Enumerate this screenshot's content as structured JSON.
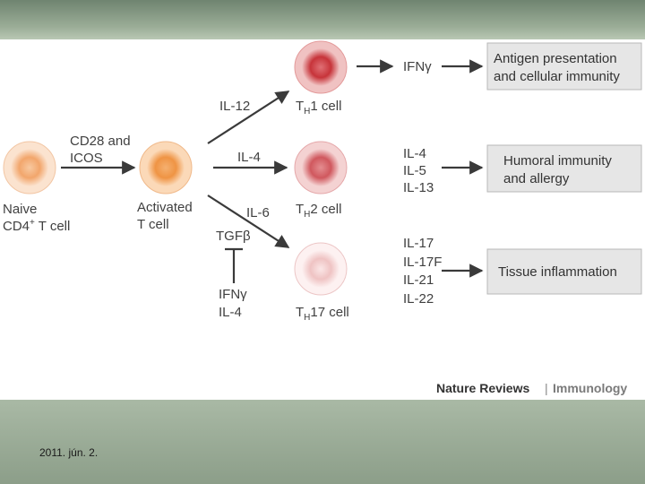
{
  "slide": {
    "date": "2011. jún. 2."
  },
  "diagram": {
    "naive": {
      "line1": "Naive",
      "line2_main": "CD4",
      "line2_sup": "+",
      "line2_rest": " T cell"
    },
    "costim": {
      "line1": "CD28 and",
      "line2": "ICOS"
    },
    "activated": {
      "line1": "Activated",
      "line2": "T cell"
    },
    "th1": {
      "signal": "IL-12",
      "cell_main": "T",
      "cell_sub": "H",
      "cell_rest": "1 cell",
      "cytokines": [
        "IFNγ"
      ],
      "outcome": [
        "Antigen presentation",
        "and cellular immunity"
      ]
    },
    "th2": {
      "signal": "IL-4",
      "cell_main": "T",
      "cell_sub": "H",
      "cell_rest": "2 cell",
      "cytokines": [
        "IL-4",
        "IL-5",
        "IL-13"
      ],
      "outcome": [
        "Humoral immunity",
        "and allergy"
      ]
    },
    "th17": {
      "signal": "IL-6",
      "signal2": "TGFβ",
      "inhibitors": [
        "IFNγ",
        "IL-4"
      ],
      "cell_main": "T",
      "cell_sub": "H",
      "cell_rest": "17 cell",
      "cytokines": [
        "IL-17",
        "IL-17F",
        "IL-21",
        "IL-22"
      ],
      "outcome": [
        "Tissue inflammation"
      ]
    }
  },
  "branding": {
    "journal": "Nature Reviews",
    "separator": "|",
    "section": "Immunology"
  },
  "colors": {
    "naive_cell": "#f2a66c",
    "activated_cell": "#ef9444",
    "th1_cell": "#c7343a",
    "th2_cell": "#d0585e",
    "th17_cell": "#efc3c3",
    "arrow": "#3a3a3a",
    "outcome_box": "#e6e6e6"
  }
}
